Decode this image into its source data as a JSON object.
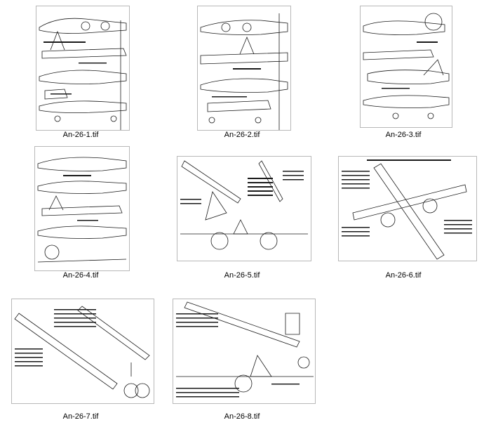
{
  "gallery": {
    "items": [
      {
        "filename": "An-26-1.tif",
        "orientation": "portrait"
      },
      {
        "filename": "An-26-2.tif",
        "orientation": "portrait"
      },
      {
        "filename": "An-26-3.tif",
        "orientation": "portrait"
      },
      {
        "filename": "An-26-4.tif",
        "orientation": "portrait"
      },
      {
        "filename": "An-26-5.tif",
        "orientation": "landscape"
      },
      {
        "filename": "An-26-6.tif",
        "orientation": "landscape"
      },
      {
        "filename": "An-26-7.tif",
        "orientation": "landscape"
      },
      {
        "filename": "An-26-8.tif",
        "orientation": "landscape"
      }
    ]
  },
  "colors": {
    "background": "#ffffff",
    "ink": "#1a1a1a",
    "caption": "#000000"
  }
}
